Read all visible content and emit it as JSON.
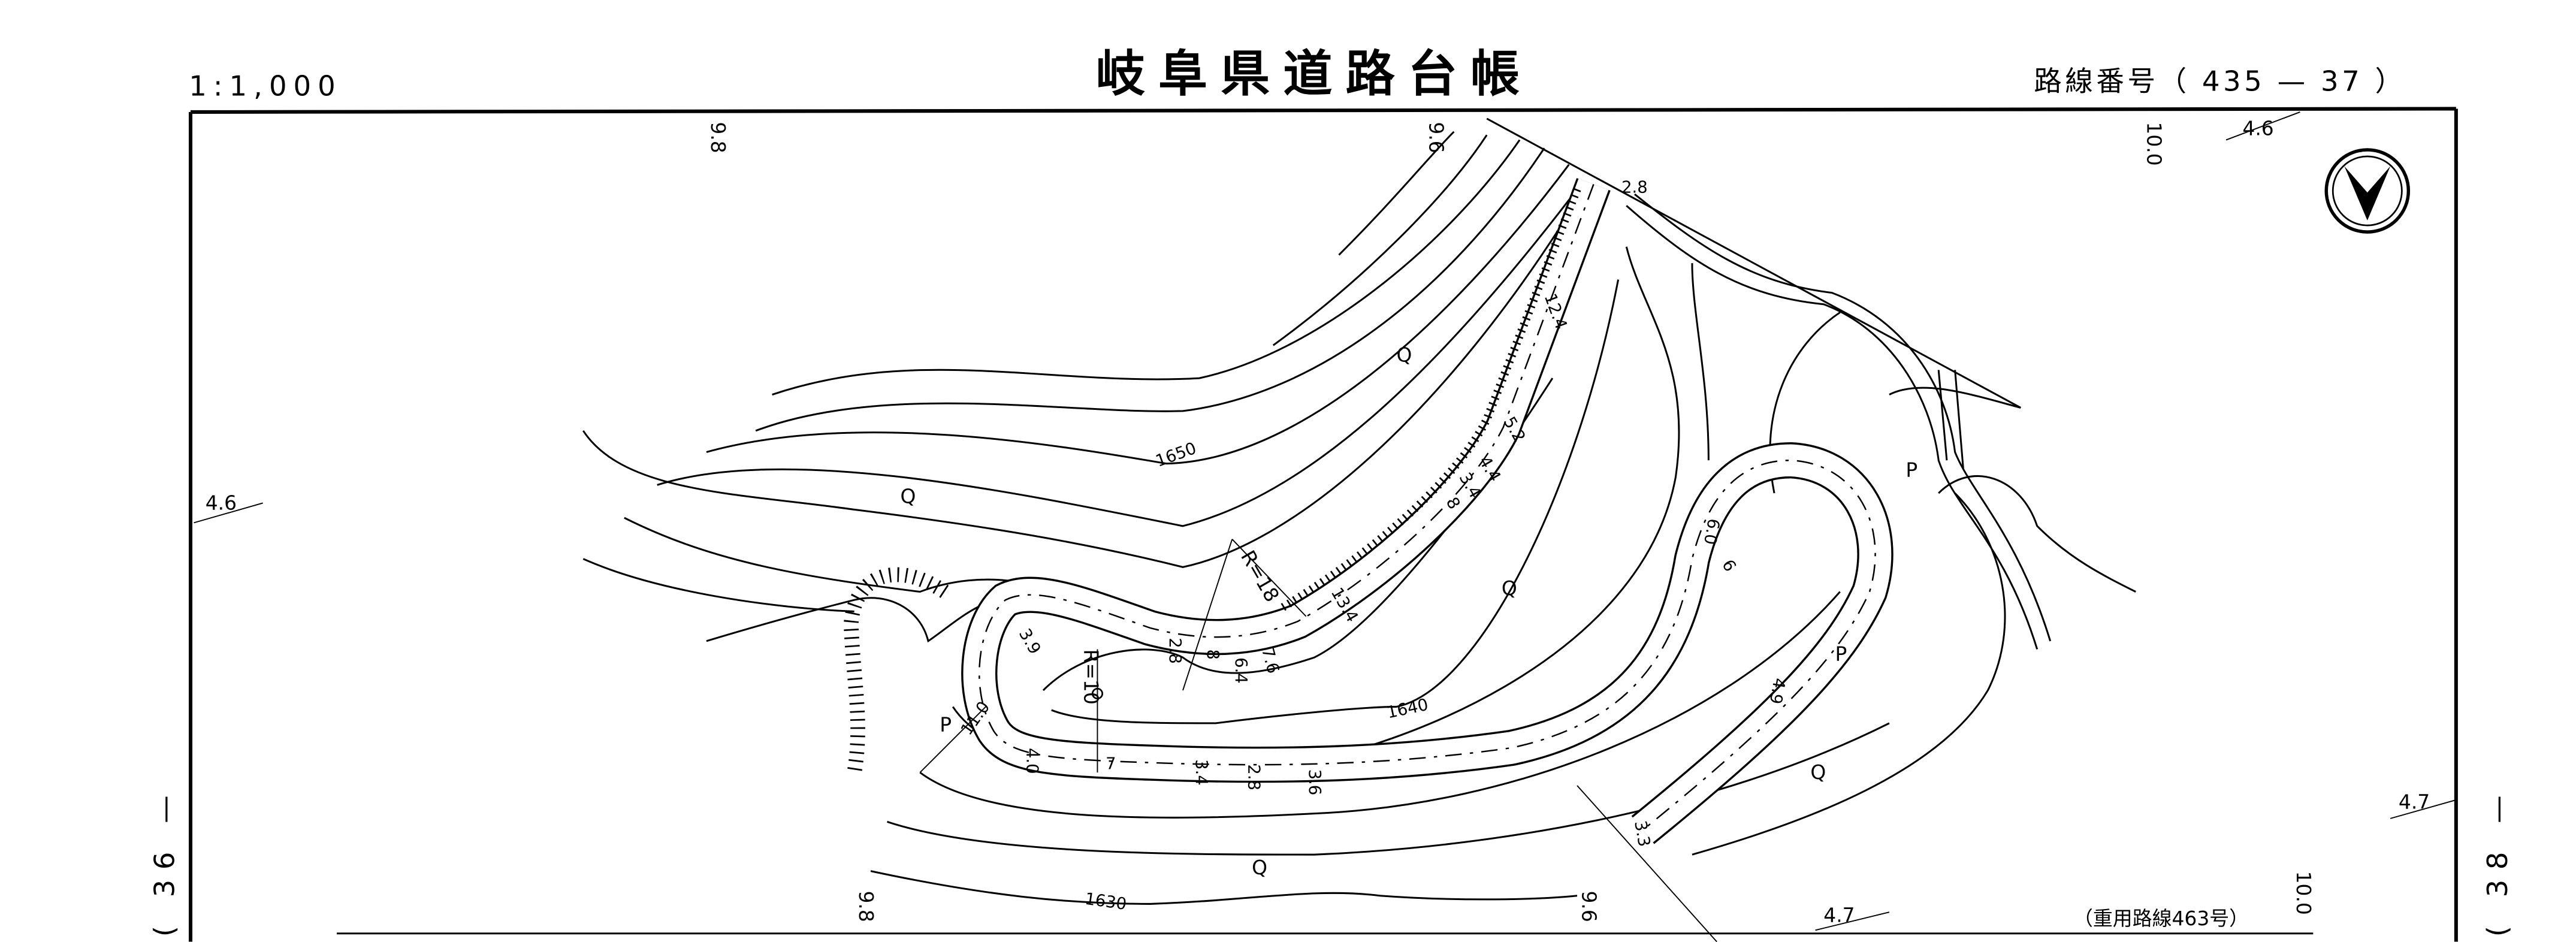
{
  "header": {
    "scale": "1:1,000",
    "title": "岐阜県道路台帳",
    "route_label": "路線番号（ 435 — 37 ）"
  },
  "adjacent_sheets": {
    "left": "( 36 —",
    "right": "( 38 —"
  },
  "edge_labels": {
    "top_left_offset": "9.8",
    "top_mid_offset": "9.6",
    "top_right_offset": "10.0",
    "top_right_width": "4.6",
    "left_width": "4.6",
    "right_width": "4.7",
    "bottom_left_offset": "9.8",
    "bottom_mid_offset": "9.6",
    "bottom_width": "4.7",
    "bottom_right_offset": "10.0",
    "overlap_route": "（重用路線463号）"
  },
  "contours": {
    "c1650": "1650",
    "c1640": "1640",
    "c1630": "1630"
  },
  "curves": {
    "r18": "R=18",
    "r10": "R=10"
  },
  "dimensions": {
    "d28": "2.8",
    "d124": "12.4",
    "d52": "5.2",
    "d44a": "4.4",
    "d34a": "3.4",
    "d8a": "8",
    "d134": "13.4",
    "d76": "7.6",
    "d64": "6.4",
    "d8b": "8",
    "d28b": "2.8",
    "d39": "3.9",
    "d110": "11.0",
    "d40": "4.0",
    "d7": "7",
    "d34b": "3.4",
    "d28c": "2.8",
    "d36": "3.6",
    "d60": "6.0",
    "d6": "6",
    "d49": "4.9",
    "d33": "3.3"
  },
  "symbols": {
    "forest": "Q",
    "pass": "P"
  },
  "north_icon": "north-arrow-icon"
}
